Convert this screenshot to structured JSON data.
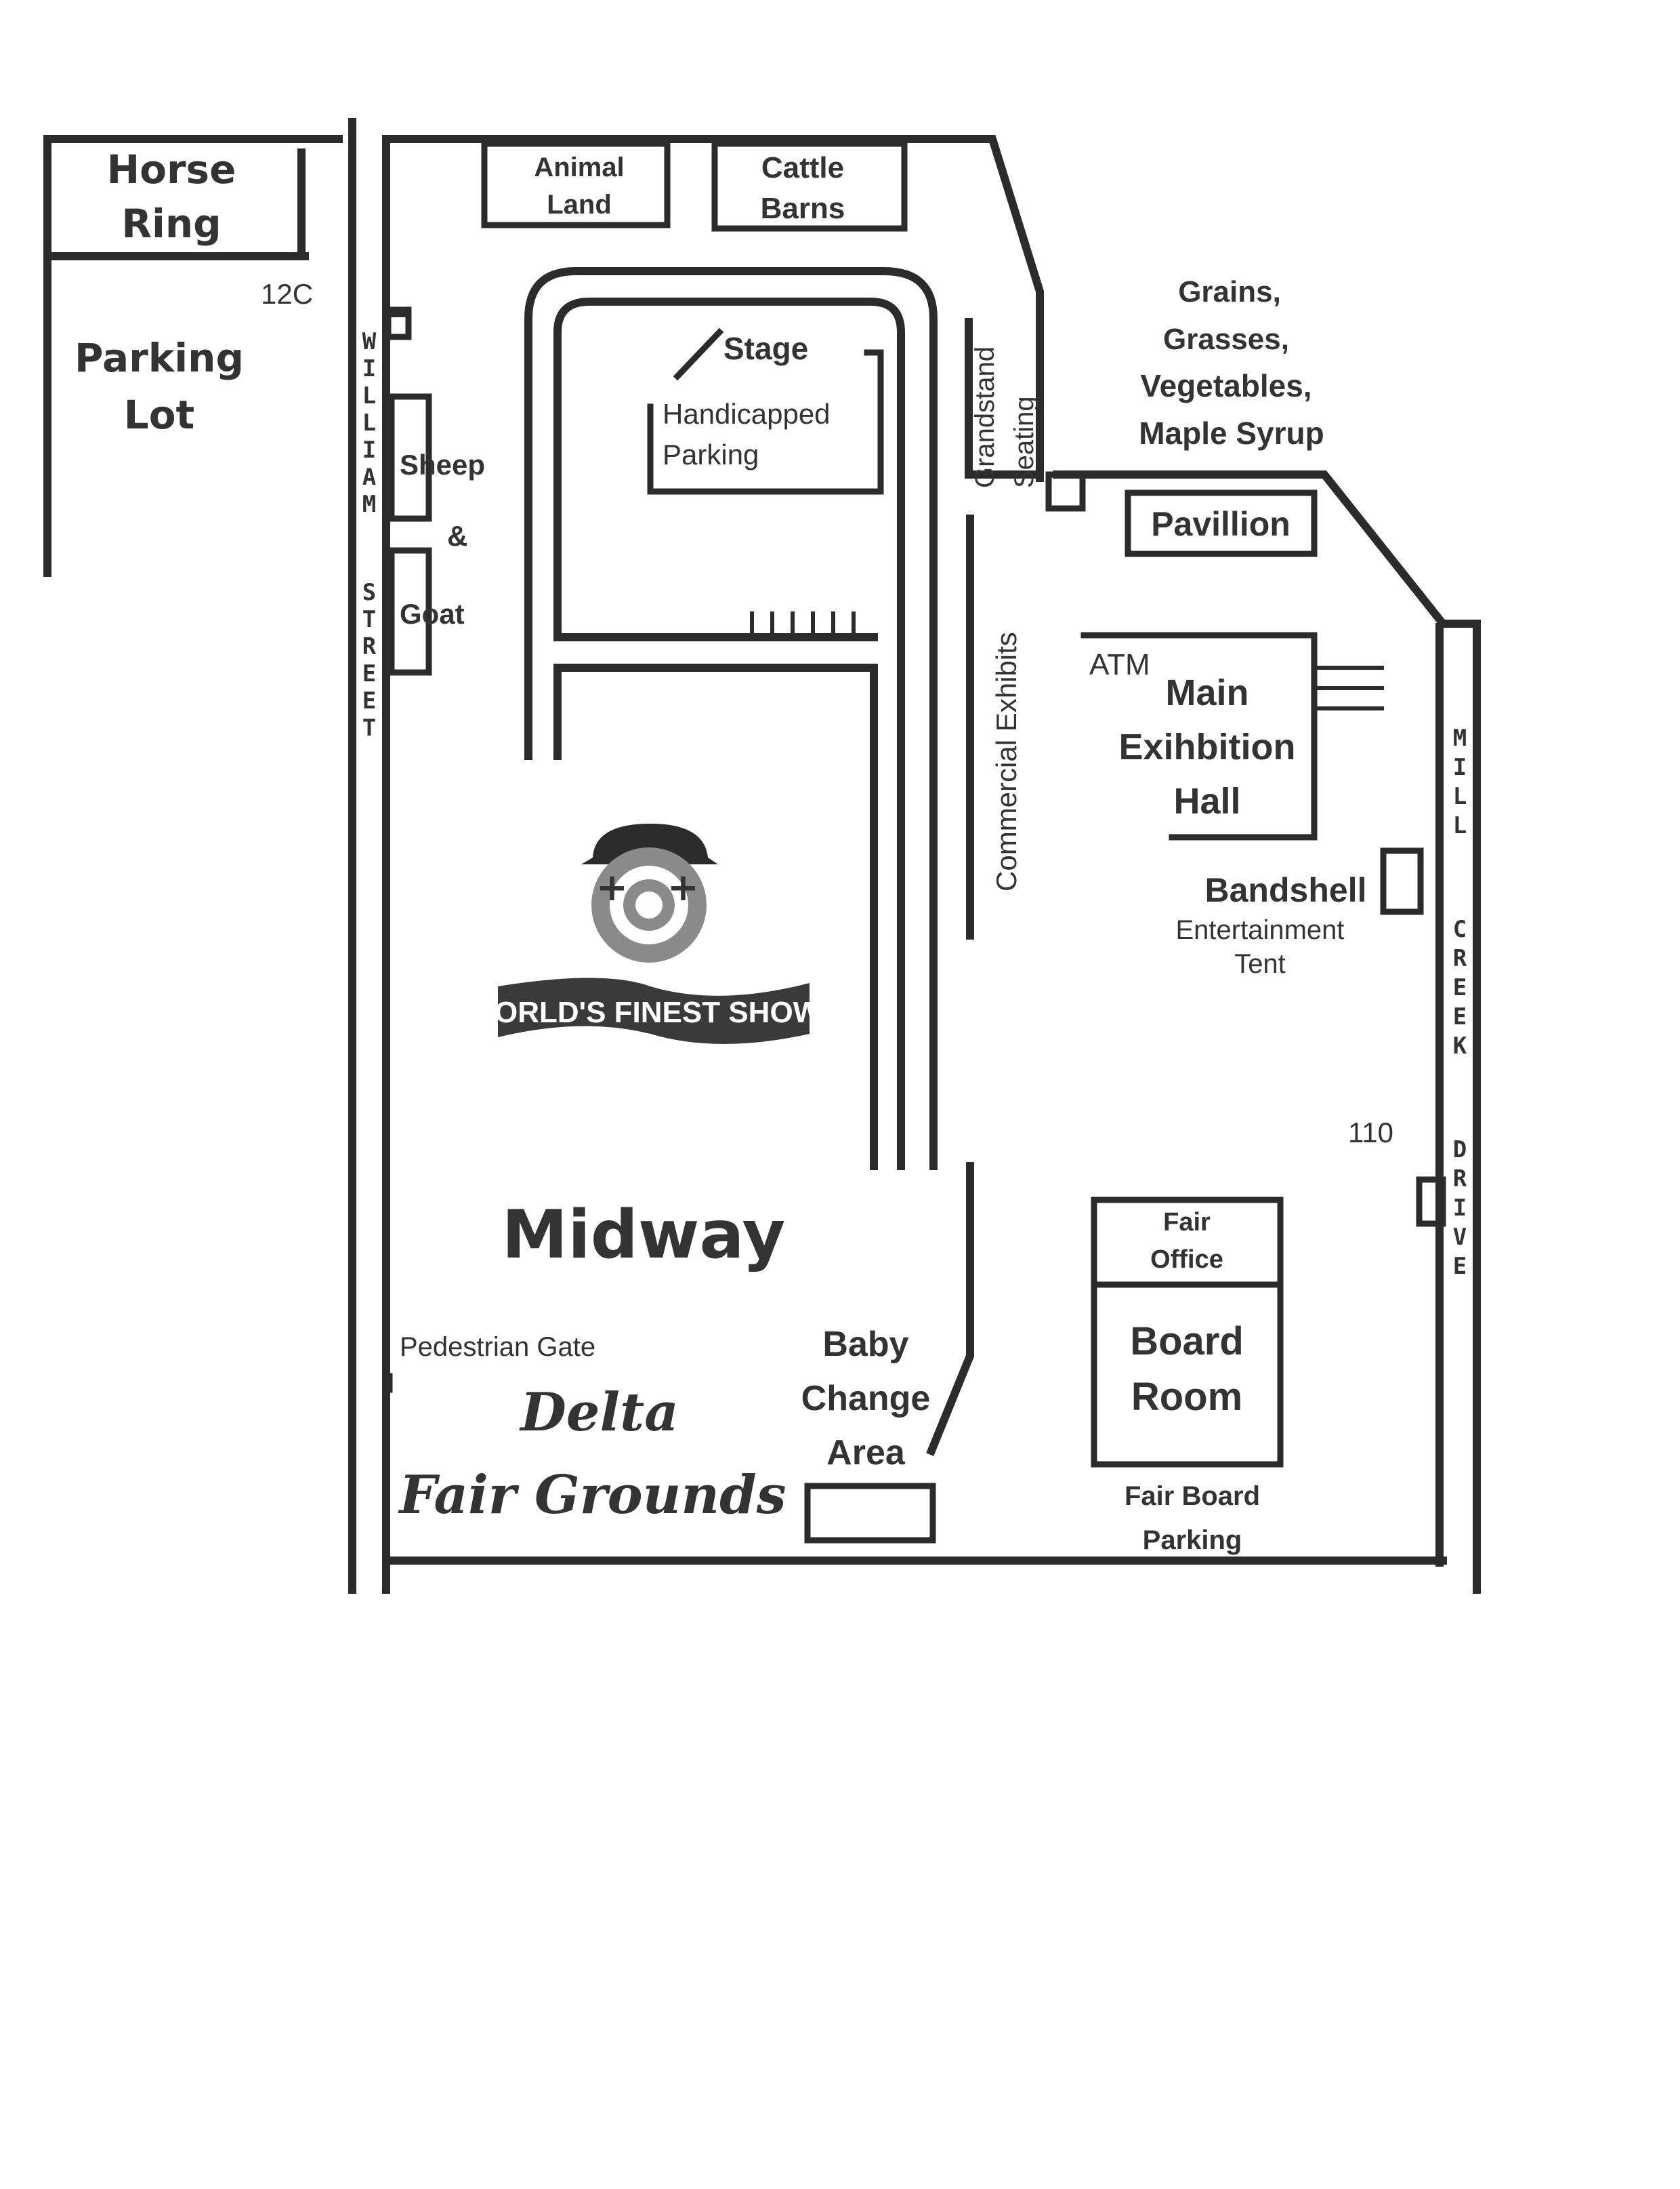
{
  "map": {
    "areas": {
      "horse_ring": [
        "Horse",
        "Ring"
      ],
      "parking_lot": [
        "Parking",
        "Lot"
      ],
      "animal_land": [
        "Animal",
        "Land"
      ],
      "cattle_barns": [
        "Cattle",
        "Barns"
      ],
      "stage": "Stage",
      "handicapped_parking": [
        "Handicapped",
        "Parking"
      ],
      "grandstand_seating": [
        "Grandstand",
        "Seating"
      ],
      "grains": [
        "Grains,",
        "Grasses,",
        "Vegetables,",
        "Maple Syrup"
      ],
      "pavilion": "Pavillion",
      "sheep_goat": [
        "Sheep",
        "&",
        "Goat"
      ],
      "atm": "ATM",
      "main_hall": [
        "Main",
        "Exihbition",
        "Hall"
      ],
      "commercial_exhibits": "Commercial Exhibits",
      "bandshell": "Bandshell",
      "entertainment_tent": [
        "Entertainment",
        "Tent"
      ],
      "midway": "Midway",
      "pedestrian_gate": "Pedestrian Gate",
      "baby_change": [
        "Baby",
        "Change",
        "Area"
      ],
      "fair_office": [
        "Fair",
        "Office"
      ],
      "board_room": [
        "Board",
        "Room"
      ],
      "fair_board_parking": [
        "Fair Board",
        "Parking"
      ],
      "fairgrounds_title": [
        "Delta",
        "Fair Grounds"
      ]
    },
    "streets": {
      "william": "WILLIAM STREET",
      "mill_creek": "MILL CREEK DRIVE"
    },
    "numbers": {
      "north_gate": "12C",
      "east_gate": "110"
    },
    "sponsor": {
      "banner": "WORLD'S FINEST SHOWS"
    }
  }
}
